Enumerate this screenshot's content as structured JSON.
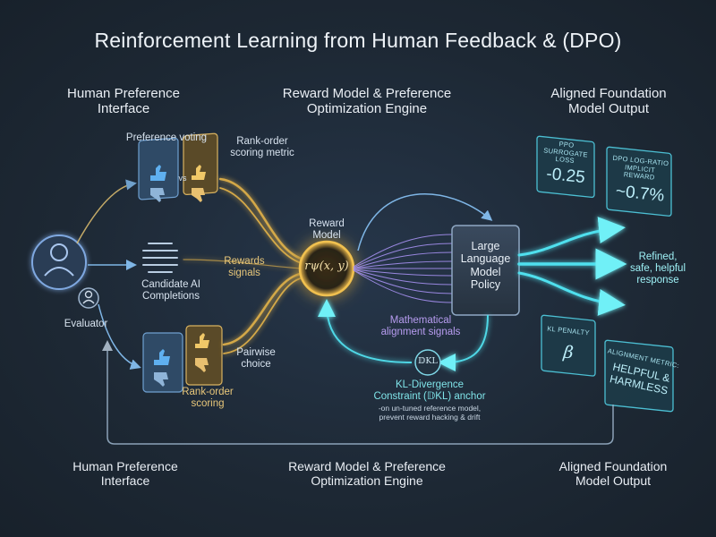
{
  "title": "Reinforcement Learning  from Human Feedback & (DPO)",
  "headers": {
    "left": "Human Preference\nInterface",
    "middle": "Reward Model & Preference\nOptimization Engine",
    "right": "Aligned Foundation\nModel Output"
  },
  "footers": {
    "left": "Human Preference\nInterface",
    "middle": "Reward Model & Preference\nOptimization Engine",
    "right": "Aligned Foundation\nModel Output"
  },
  "left": {
    "evaluator": "Evaluator",
    "preference_voting": "Preference voting",
    "vs": "vs",
    "rank_order_metric": "Rank-order\nscoring metric",
    "candidate": "Candidate AI\nCompletions",
    "rank_order_scoring": "Rank-order\nscoring",
    "pairwise": "Pairwise\nchoice",
    "reward_signals": "Rewards\nsignals"
  },
  "middle": {
    "reward_model": "Reward\nModel",
    "reward_formula": "rψ(x, y)",
    "llm": "Large\nLanguage\nModel\nPolicy",
    "math_signals": "Mathematical\nalignment signals",
    "kl_symbol": "𝔻KL",
    "kl_title": "KL-Divergence\nConstraint (𝔻KL) anchor",
    "kl_desc": "-on un-tuned reference model,\nprevent reward hacking & drift"
  },
  "right": {
    "ppo_label": "PPO SURROGATE\nLOSS",
    "ppo_value": "-0.25",
    "dpo_label": "DPO LOG-RATIO\nIMPLICIT REWARD",
    "dpo_value": "~0.7%",
    "kl_penalty_label": "KL PENALTY",
    "kl_penalty_value": "β",
    "alignment_label": "ALIGNMENT METRIC:",
    "alignment_value": "HELPFUL &\nHARMLESS",
    "output": "Refined,\nsafe, helpful\nresponse"
  },
  "colors": {
    "gold": "#e8b64a",
    "teal": "#4fd8e6",
    "blue": "#5aa9e8",
    "purple": "#9b7fe8",
    "background": "#1f2a36"
  }
}
